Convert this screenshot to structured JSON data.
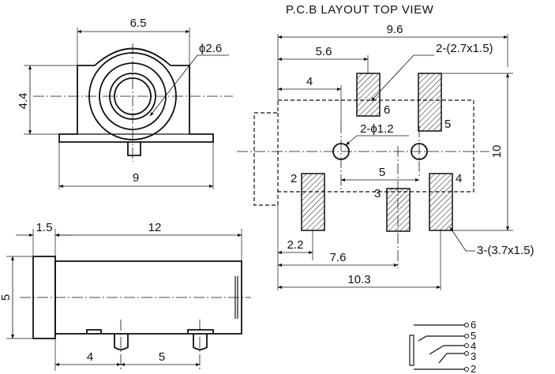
{
  "title": "P.C.B LAYOUT   TOP VIEW",
  "front_view": {
    "width": "6.5",
    "height": "4.4",
    "base_width": "9",
    "bore": "ϕ2.6"
  },
  "side_view": {
    "flange": "1.5",
    "length": "12",
    "height": "5",
    "pin_pitch_1": "4",
    "pin_pitch_2": "5"
  },
  "pcb_layout": {
    "overall_width": "9.6",
    "dim_5_6": "5.6",
    "dim_4": "4",
    "top_pads": "2-(2.7x1.5)",
    "holes": "2-ϕ1.2",
    "hole_spacing": "5",
    "height": "10",
    "bottom_pads": "3-(3.7x1.5)",
    "dim_2_2": "2.2",
    "dim_7_6": "7.6",
    "dim_10_3": "10.3",
    "pins": [
      "6",
      "5",
      "2",
      "3",
      "4"
    ]
  },
  "schematic": {
    "pins": [
      "6",
      "5",
      "4",
      "3",
      "2"
    ]
  },
  "colors": {
    "line": "#111111",
    "background": "#ffffff"
  }
}
